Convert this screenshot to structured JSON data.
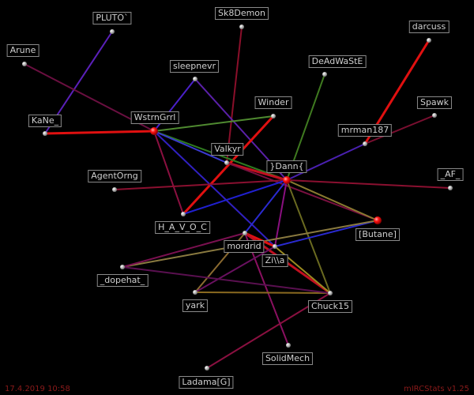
{
  "nodes": [
    {
      "id": "PLUTO",
      "label": "PLUTO`"
    },
    {
      "id": "Sk8Demon",
      "label": "Sk8Demon"
    },
    {
      "id": "darcuss",
      "label": "darcuss"
    },
    {
      "id": "Arune",
      "label": "Arune"
    },
    {
      "id": "sleepnevr",
      "label": "sleepnevr"
    },
    {
      "id": "DeAdWaStE",
      "label": "DeAdWaStE"
    },
    {
      "id": "Winder",
      "label": "Winder"
    },
    {
      "id": "Spawk",
      "label": "Spawk"
    },
    {
      "id": "KaNe",
      "label": "KaNe_"
    },
    {
      "id": "WstrnGrrl",
      "label": "WstrnGrrl",
      "hub": true
    },
    {
      "id": "mrman187",
      "label": "mrman187"
    },
    {
      "id": "Valkyr",
      "label": "Valkyr"
    },
    {
      "id": "Dann",
      "label": "}Dann{",
      "hub": true
    },
    {
      "id": "AgentOrng",
      "label": "AgentOrng"
    },
    {
      "id": "AF",
      "label": "_AF_"
    },
    {
      "id": "HAVOC",
      "label": "H_A_V_O_C"
    },
    {
      "id": "Butane",
      "label": "[Butane]",
      "hub": true
    },
    {
      "id": "mordrid",
      "label": "mordrid"
    },
    {
      "id": "Zila",
      "label": "Zi\\\\a"
    },
    {
      "id": "dopehat",
      "label": "_dopehat_"
    },
    {
      "id": "yark",
      "label": "yark"
    },
    {
      "id": "Chuck15",
      "label": "Chuck15"
    },
    {
      "id": "SolidMech",
      "label": "SolidMech"
    },
    {
      "id": "Ladama",
      "label": "Ladama[G]"
    }
  ],
  "edges": [
    {
      "from": "PLUTO",
      "to": "KaNe",
      "color": "#5a20b8"
    },
    {
      "from": "Sk8Demon",
      "to": "Valkyr",
      "color": "#8a0f2a"
    },
    {
      "from": "darcuss",
      "to": "mrman187",
      "color": "#e01010"
    },
    {
      "from": "Arune",
      "to": "WstrnGrrl",
      "color": "#6a0f40"
    },
    {
      "from": "sleepnevr",
      "to": "WstrnGrrl",
      "color": "#4a20c8"
    },
    {
      "from": "sleepnevr",
      "to": "Dann",
      "color": "#5a20a8"
    },
    {
      "from": "DeAdWaStE",
      "to": "Dann",
      "color": "#3f7a20"
    },
    {
      "from": "Winder",
      "to": "WstrnGrrl",
      "color": "#4f8a30"
    },
    {
      "from": "Winder",
      "to": "HAVOC",
      "color": "#e01010"
    },
    {
      "from": "Spawk",
      "to": "mrman187",
      "color": "#7a0f30"
    },
    {
      "from": "KaNe",
      "to": "WstrnGrrl",
      "color": "#e01010"
    },
    {
      "from": "WstrnGrrl",
      "to": "Dann",
      "color": "#2f7a20"
    },
    {
      "from": "WstrnGrrl",
      "to": "HAVOC",
      "color": "#8a1040"
    },
    {
      "from": "WstrnGrrl",
      "to": "Zila",
      "color": "#3020c0"
    },
    {
      "from": "WstrnGrrl",
      "to": "Valkyr",
      "color": "#3a3ad0"
    },
    {
      "from": "mrman187",
      "to": "Dann",
      "color": "#4a20b0"
    },
    {
      "from": "Valkyr",
      "to": "Dann",
      "color": "#c01020"
    },
    {
      "from": "Valkyr",
      "to": "Butane",
      "color": "#7a1040"
    },
    {
      "from": "AgentOrng",
      "to": "Dann",
      "color": "#8a1030"
    },
    {
      "from": "Dann",
      "to": "AF",
      "color": "#8a1030"
    },
    {
      "from": "Dann",
      "to": "Butane",
      "color": "#8a7a30"
    },
    {
      "from": "Dann",
      "to": "HAVOC",
      "color": "#2020d0"
    },
    {
      "from": "Dann",
      "to": "mordrid",
      "color": "#2a2ad0"
    },
    {
      "from": "Dann",
      "to": "Zila",
      "color": "#8a1080"
    },
    {
      "from": "Dann",
      "to": "Chuck15",
      "color": "#6a6a20"
    },
    {
      "from": "Butane",
      "to": "Zila",
      "color": "#2a2ad0"
    },
    {
      "from": "Butane",
      "to": "dopehat",
      "color": "#8a7a40"
    },
    {
      "from": "mordrid",
      "to": "Zila",
      "color": "#e01010"
    },
    {
      "from": "mordrid",
      "to": "Chuck15",
      "color": "#c01020"
    },
    {
      "from": "mordrid",
      "to": "yark",
      "color": "#8a6a30"
    },
    {
      "from": "mordrid",
      "to": "SolidMech",
      "color": "#8a1060"
    },
    {
      "from": "mordrid",
      "to": "dopehat",
      "color": "#7a1050"
    },
    {
      "from": "Zila",
      "to": "Chuck15",
      "color": "#9a8a20"
    },
    {
      "from": "Zila",
      "to": "yark",
      "color": "#6a1060"
    },
    {
      "from": "yark",
      "to": "Chuck15",
      "color": "#8a6a20"
    },
    {
      "from": "Ladama",
      "to": "Chuck15",
      "color": "#8a1040"
    },
    {
      "from": "Chuck15",
      "to": "dopehat",
      "color": "#5a1050"
    }
  ],
  "footer": {
    "timestamp": "17.4.2019 10:58",
    "credit": "mIRCStats v1.25"
  }
}
